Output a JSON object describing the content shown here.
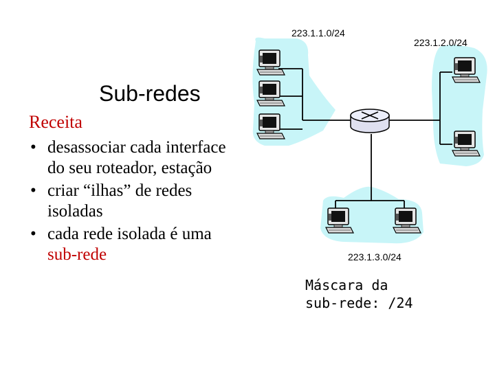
{
  "slide": {
    "title": "Sub-redes",
    "recipe_heading": "Receita",
    "bullets": [
      "desassociar cada interface do seu roteador, estação",
      "criar “ilhas” de redes isoladas"
    ],
    "bullet3_prefix": "cada rede isolada é uma ",
    "bullet3_highlight": "sub-rede",
    "bullet_glyph": "•"
  },
  "diagram": {
    "subnet_labels": [
      "223.1.1.0/24",
      "223.1.2.0/24",
      "223.1.3.0/24"
    ],
    "mask_line1": "Máscara da",
    "mask_line2": "sub-rede: /24",
    "colors": {
      "island": "#c8f5f8",
      "accent": "#c00000"
    }
  }
}
